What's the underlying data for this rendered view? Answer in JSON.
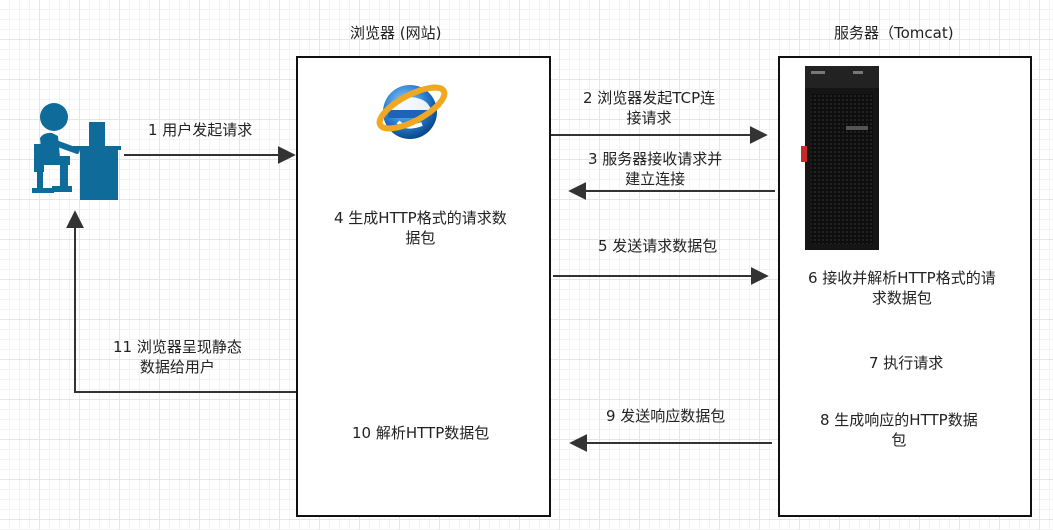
{
  "browser": {
    "title": "浏览器 (网站)"
  },
  "server": {
    "title": "服务器（Tomcat)"
  },
  "steps": {
    "s1": "1 用户发起请求",
    "s2a": "2 浏览器发起TCP连",
    "s2b": "接请求",
    "s3a": "3 服务器接收请求并",
    "s3b": "建立连接",
    "s4a": "4 生成HTTP格式的请求数",
    "s4b": "据包",
    "s5": "5 发送请求数据包",
    "s6a": "6 接收并解析HTTP格式的请",
    "s6b": "求数据包",
    "s7": "7 执行请求",
    "s8a": "8 生成响应的HTTP数据",
    "s8b": "包",
    "s9": "9 发送响应数据包",
    "s10": "10 解析HTTP数据包",
    "s11a": "11 浏览器呈现静态",
    "s11b": "数据给用户"
  },
  "icons": {
    "user": "user-at-computer-icon",
    "browser": "internet-explorer-icon",
    "server": "tower-server-icon"
  },
  "colors": {
    "user": "#0f6b99",
    "ie_blue": "#2a7fd0",
    "ie_ring": "#f0a820",
    "server": "#111111",
    "arrow": "#333333"
  }
}
